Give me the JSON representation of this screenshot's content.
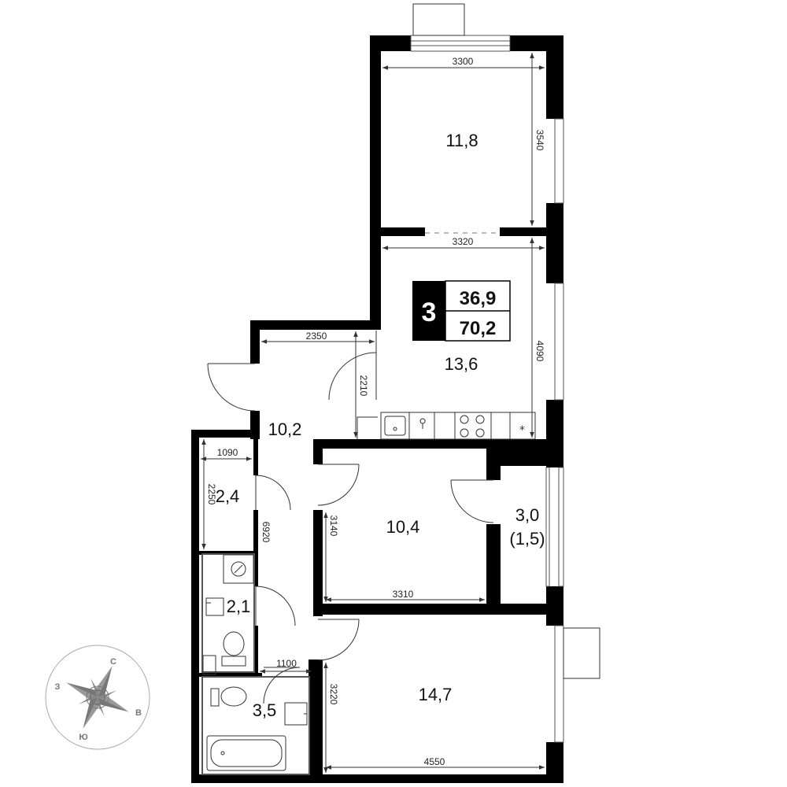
{
  "summary": {
    "rooms": "3",
    "living_area": "36,9",
    "total_area": "70,2"
  },
  "room_areas": {
    "bedroom_north": "11,8",
    "kitchen_living": "13,6",
    "hall": "10,2",
    "closet": "2,4",
    "toilet": "2,1",
    "bedroom_middle": "10,4",
    "balcony": "3,0",
    "balcony_reduced": "(1,5)",
    "bathroom": "3,5",
    "bedroom_south": "14,7"
  },
  "dimensions": {
    "d3300": "3300",
    "d3540": "3540",
    "d3320": "3320",
    "d4090": "4090",
    "d2350": "2350",
    "d2210": "2210",
    "d1090": "1090",
    "d2250": "2250",
    "d6920": "6920",
    "d3140": "3140",
    "d3310": "3310",
    "d1100": "1100",
    "d3220": "3220",
    "d4550": "4550"
  },
  "compass": {
    "north": "С",
    "east": "В",
    "south": "Ю",
    "west": "З"
  },
  "colors": {
    "wall": "#000000",
    "line": "#333333",
    "compass": "#777777"
  }
}
